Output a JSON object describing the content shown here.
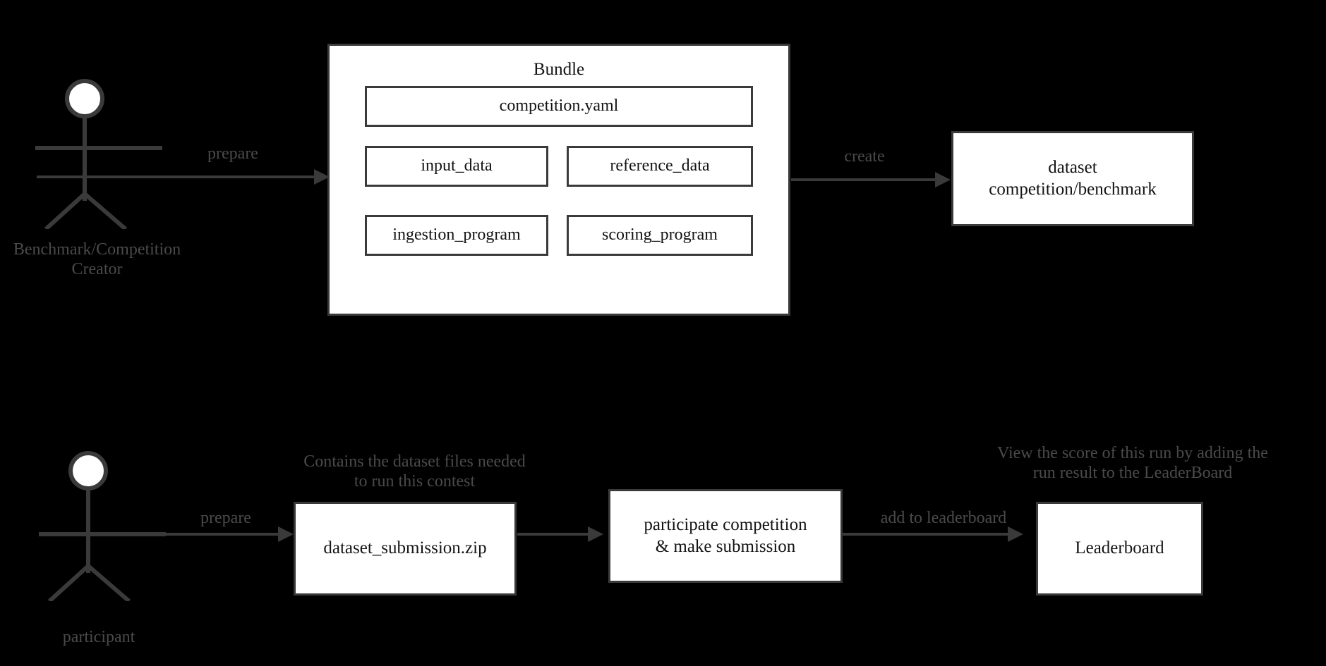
{
  "diagram": {
    "title": "Benchmark competition bundle and submission workflow",
    "background_color": "#000000",
    "box_fill": "#ffffff",
    "box_border": "#3a3a3a",
    "label_color": "#4a4a4a",
    "box_text_color": "#141414"
  },
  "top_flow": {
    "actor": {
      "icon": "stick-figure-icon",
      "label_line1": "Benchmark/Competition",
      "label_line2": "Creator"
    },
    "edge_prepare": "prepare",
    "edge_create": "create",
    "bundle": {
      "title": "Bundle",
      "items": [
        {
          "label": "competition.yaml"
        },
        {
          "label": "input_data"
        },
        {
          "label": "reference_data"
        },
        {
          "label": "ingestion_program"
        },
        {
          "label": "scoring_program"
        }
      ]
    },
    "target": {
      "line1": "dataset",
      "line2": "competition/benchmark"
    }
  },
  "bottom_flow": {
    "actor": {
      "icon": "stick-figure-icon",
      "label": "participant"
    },
    "edge_prepare": "prepare",
    "edge_add": "add to leaderboard",
    "note_submission": {
      "line1": "Contains the dataset files needed",
      "line2": "to run this contest"
    },
    "note_leaderboard": {
      "line1": "View the score of this run by adding the",
      "line2": "run result to the LeaderBoard"
    },
    "submission_box": "dataset_submission.zip",
    "participate_box": {
      "line1": "participate competition",
      "line2": "& make submission"
    },
    "leaderboard_box": "Leaderboard"
  }
}
